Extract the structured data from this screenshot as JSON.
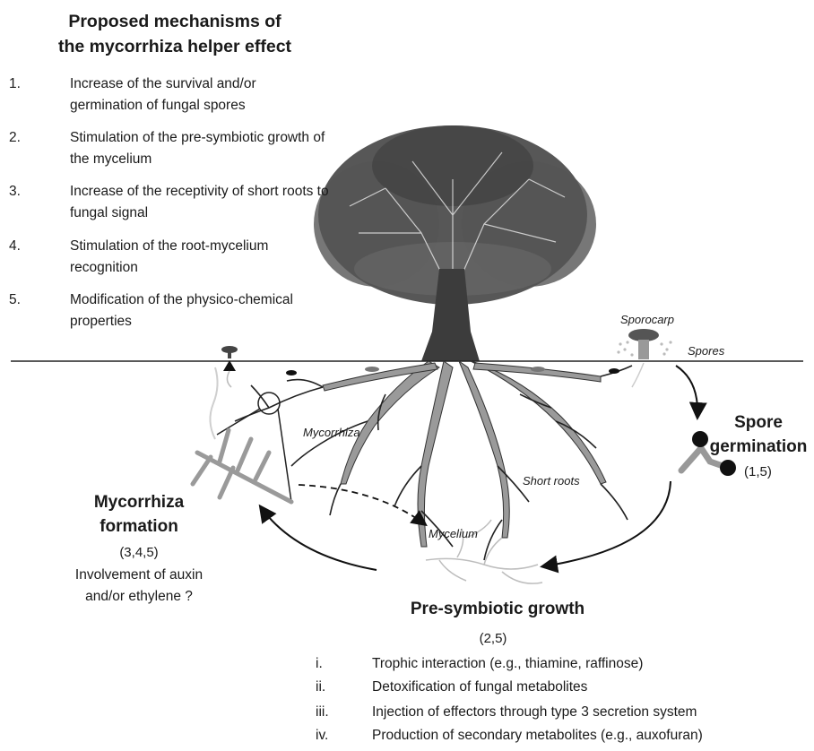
{
  "title": "Proposed  mechanisms of\nthe mycorrhiza helper  effect",
  "mechanisms": [
    {
      "num": "1.",
      "text": "Increase of the survival and/or germination of fungal spores"
    },
    {
      "num": "2.",
      "text": "Stimulation of the pre-symbiotic growth of the mycelium"
    },
    {
      "num": "3.",
      "text": "Increase of the receptivity of short roots to fungal signal"
    },
    {
      "num": "4.",
      "text": "Stimulation of the root-mycelium recognition"
    },
    {
      "num": "5.",
      "text": "Modification of the physico-chemical properties"
    }
  ],
  "labels": {
    "sporocarp": "Sporocarp",
    "spores": "Spores",
    "mycorrhiza": "Mycorrhiza",
    "short_roots": "Short roots",
    "mycelium": "Mycelium"
  },
  "stages": {
    "spore_germination": {
      "title": "Spore\ngermination",
      "refs": "(1,5)"
    },
    "mycorrhiza_formation": {
      "title": "Mycorrhiza\nformation",
      "refs": "(3,4,5)",
      "note": "Involvement of auxin\nand/or ethylene ?"
    },
    "pre_symbiotic_growth": {
      "title": "Pre-symbiotic growth",
      "refs": "(2,5)"
    }
  },
  "interactions": [
    {
      "num": "i.",
      "text": "Trophic interaction (e.g., thiamine, raffinose)"
    },
    {
      "num": "ii.",
      "text": "Detoxification of fungal metabolites"
    },
    {
      "num": "iii.",
      "text": "Injection of effectors through type 3 secretion system"
    },
    {
      "num": "iv.",
      "text": "Production of secondary metabolites (e.g., auxofuran)"
    }
  ]
}
